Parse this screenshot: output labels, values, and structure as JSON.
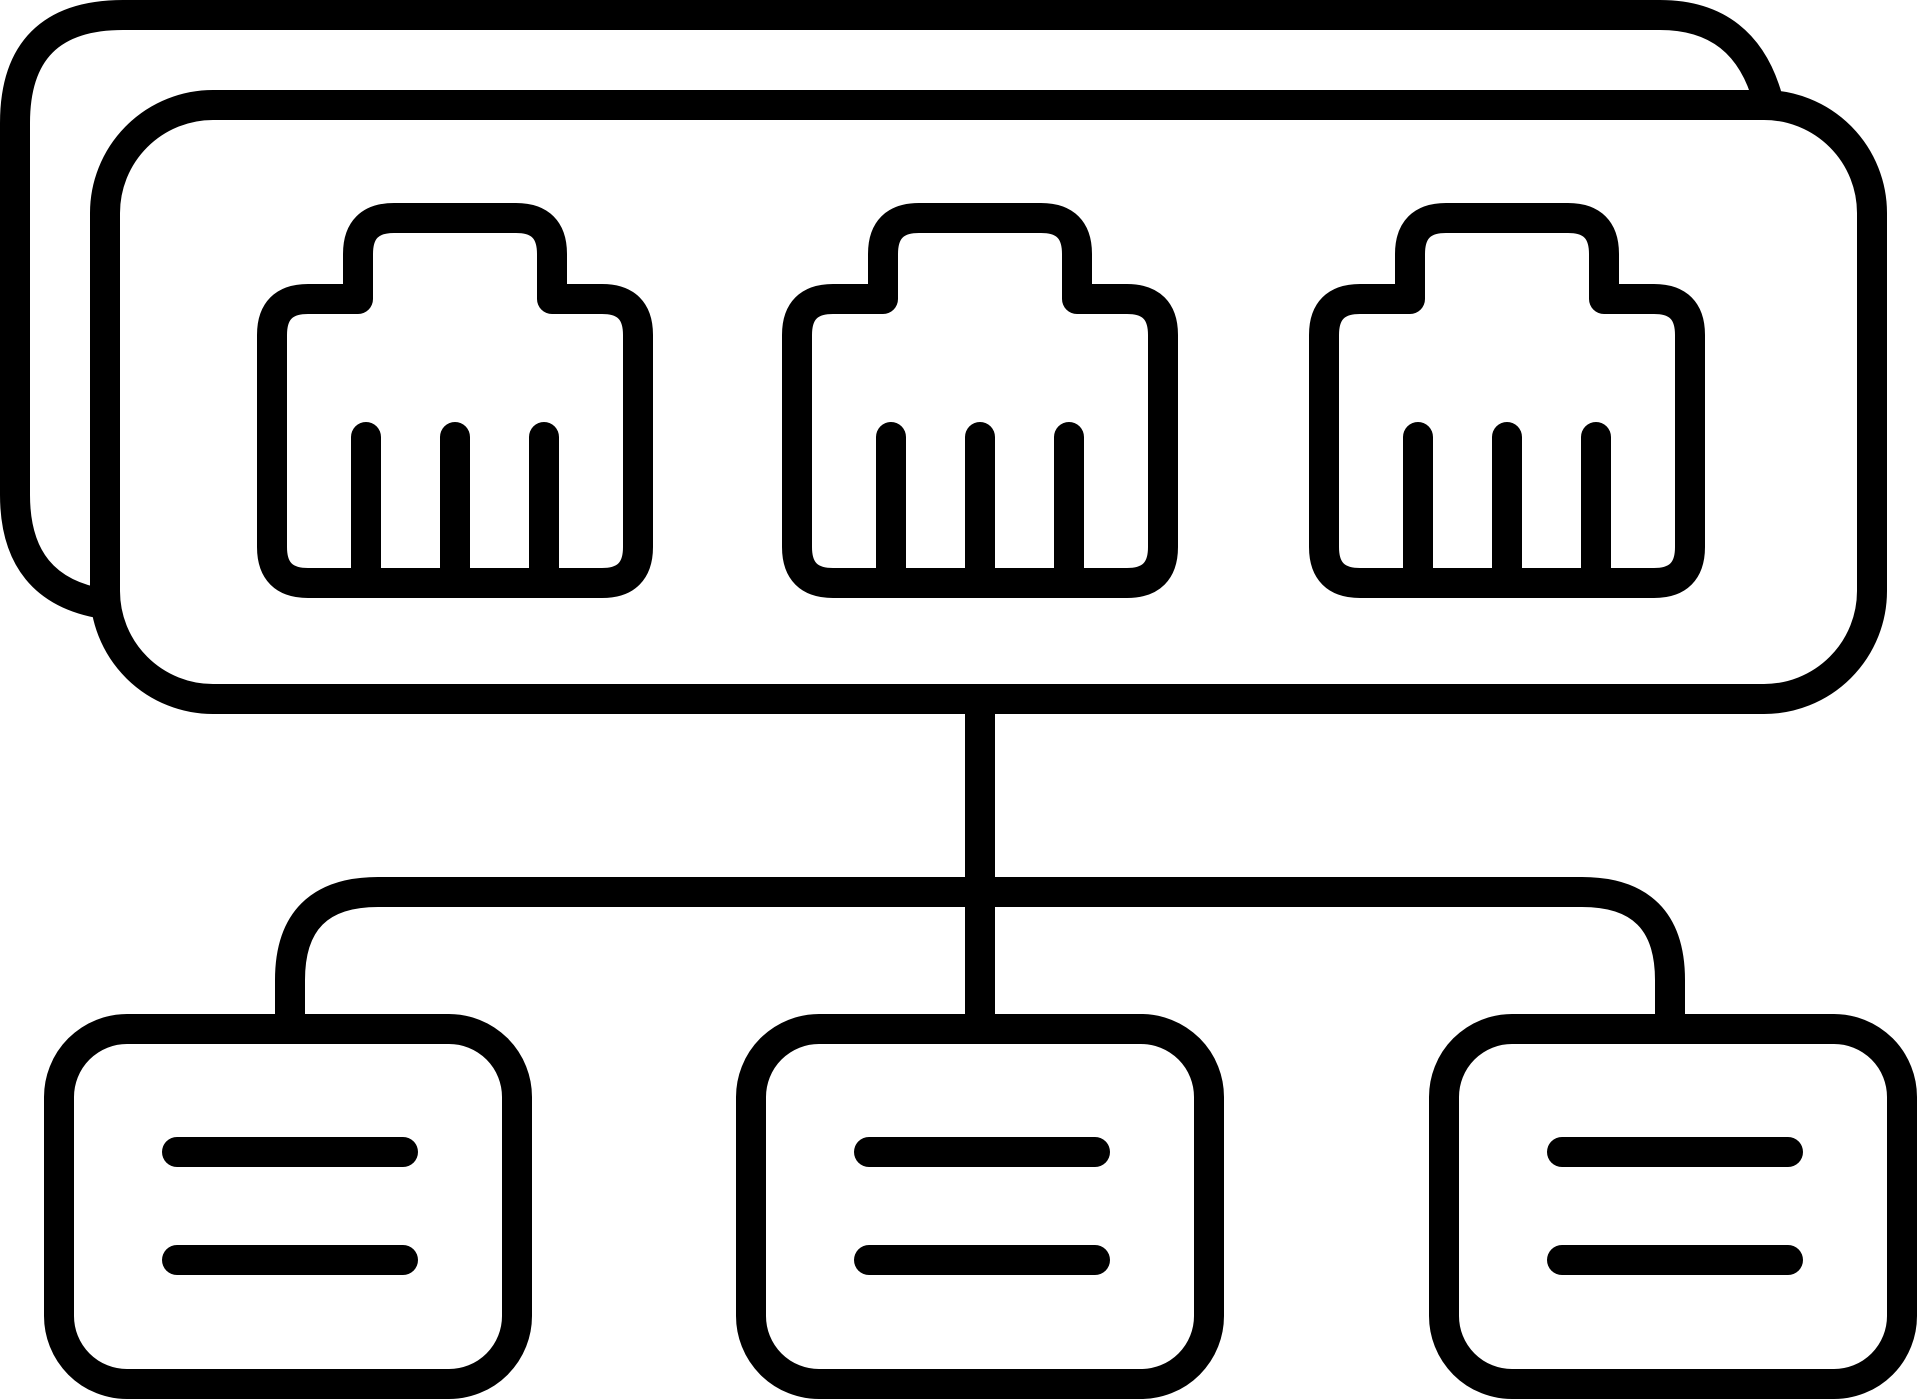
{
  "diagram": {
    "stroke_color": "#000000",
    "background_color": "#ffffff",
    "icon_name": "network-switch-hierarchy-icon",
    "switch": {
      "name": "network-switch",
      "port_count": 3,
      "pins_per_port": 3,
      "ports": [
        {
          "name": "ethernet-port-1"
        },
        {
          "name": "ethernet-port-2"
        },
        {
          "name": "ethernet-port-3"
        }
      ]
    },
    "nodes": [
      {
        "name": "child-node-left",
        "text_lines": 2
      },
      {
        "name": "child-node-center",
        "text_lines": 2
      },
      {
        "name": "child-node-right",
        "text_lines": 2
      }
    ]
  }
}
